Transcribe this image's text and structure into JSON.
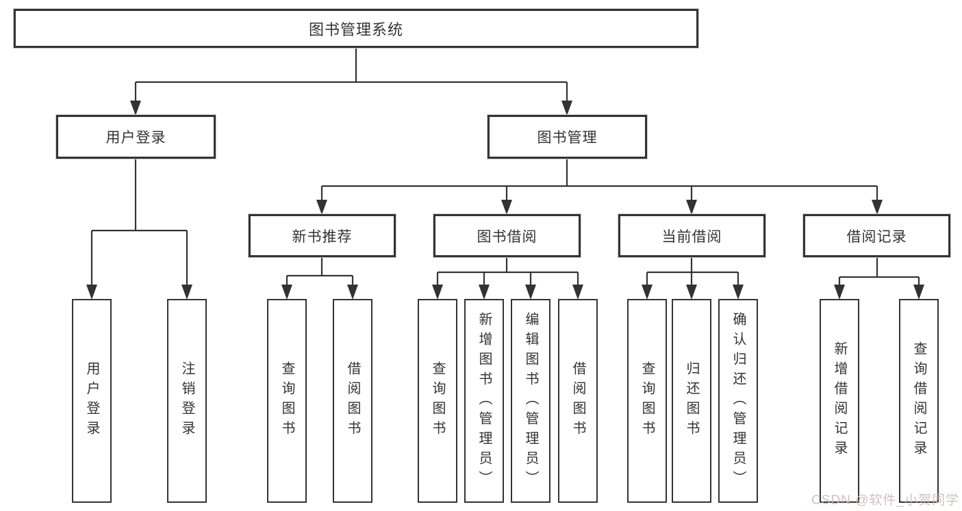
{
  "diagram": {
    "root": {
      "label": "图书管理系统"
    },
    "level2": [
      {
        "label": "用户登录"
      },
      {
        "label": "图书管理"
      }
    ],
    "level3": [
      {
        "label": "新书推荐"
      },
      {
        "label": "图书借阅"
      },
      {
        "label": "当前借阅"
      },
      {
        "label": "借阅记录"
      }
    ],
    "leaves": {
      "user_login": [
        "用户登录",
        "注销登录"
      ],
      "new_book": [
        "查询图书",
        "借阅图书"
      ],
      "borrow": [
        "查询图书",
        "新增图书（管理员）",
        "编辑图书（管理员）",
        "借阅图书"
      ],
      "current": [
        "查询图书",
        "归还图书",
        "确认归还（管理员）"
      ],
      "records": [
        "新增借阅记录",
        "查询借阅记录"
      ]
    },
    "watermark": "CSDN @软件_小贺同学",
    "colors": {
      "line": "#333333",
      "box_bg": "#ffffff",
      "watermark": "#cdb9b9"
    }
  }
}
